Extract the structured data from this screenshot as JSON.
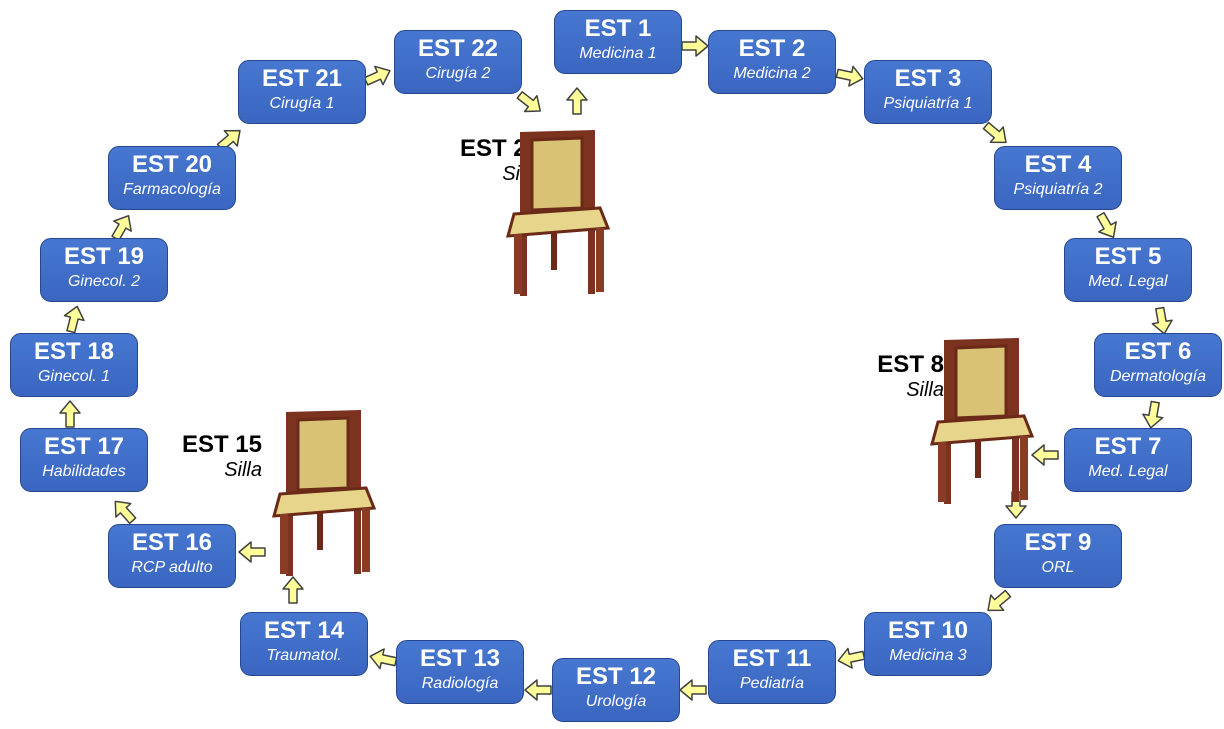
{
  "stations": [
    {
      "code": "EST 1",
      "area": "Medicina 1"
    },
    {
      "code": "EST 2",
      "area": "Medicina 2"
    },
    {
      "code": "EST 3",
      "area": "Psiquiatría 1"
    },
    {
      "code": "EST 4",
      "area": "Psiquiatría 2"
    },
    {
      "code": "EST 5",
      "area": "Med. Legal"
    },
    {
      "code": "EST 6",
      "area": "Dermatología"
    },
    {
      "code": "EST 7",
      "area": "Med. Legal"
    },
    {
      "code": "EST 9",
      "area": "ORL"
    },
    {
      "code": "EST 10",
      "area": "Medicina 3"
    },
    {
      "code": "EST 11",
      "area": "Pediatría"
    },
    {
      "code": "EST 12",
      "area": "Urología"
    },
    {
      "code": "EST 13",
      "area": "Radiología"
    },
    {
      "code": "EST 14",
      "area": "Traumatol."
    },
    {
      "code": "EST 16",
      "area": "RCP adulto"
    },
    {
      "code": "EST 17",
      "area": "Habilidades"
    },
    {
      "code": "EST 18",
      "area": "Ginecol. 1"
    },
    {
      "code": "EST 19",
      "area": "Ginecol. 2"
    },
    {
      "code": "EST 20",
      "area": "Farmacología"
    },
    {
      "code": "EST 21",
      "area": "Cirugía 1"
    },
    {
      "code": "EST 22",
      "area": "Cirugía 2"
    }
  ],
  "chairs": [
    {
      "code": "EST 8",
      "area": "Silla"
    },
    {
      "code": "EST 15",
      "area": "Silla"
    },
    {
      "code": "EST 23",
      "area": "Silla"
    }
  ],
  "colors": {
    "box_fill": "#4272cc",
    "box_border": "#26478f",
    "arrow_fill": "#ffff99",
    "arrow_stroke": "#404040",
    "chair_wood": "#8a3b24",
    "chair_cushion": "#e8d58c"
  },
  "icons": {
    "chair": "chair-icon",
    "arrow": "arrow-icon"
  }
}
